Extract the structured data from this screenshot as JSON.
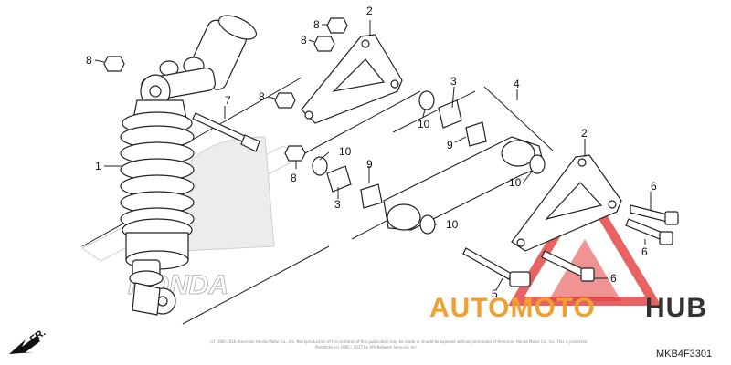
{
  "diagram": {
    "part_code": "MKB4F3301",
    "direction_label": "FR.",
    "copyright_line1": "(c) 2000-2016 American Honda Motor Co., Inc. No reproduction of the contents of this publication may be made or should be exposed without permission of American Honda Motor Co., Inc. This is protected",
    "copyright_line2": "Partsfiche (c) 2000 - 2017 by ARI Network Services, Inc.",
    "callouts": [
      "1",
      "2",
      "3",
      "4",
      "5",
      "6",
      "7",
      "8",
      "9",
      "10"
    ],
    "labels": {
      "l1": "1",
      "l2a": "2",
      "l2b": "2",
      "l3a": "3",
      "l3b": "3",
      "l4": "4",
      "l5": "5",
      "l6a": "6",
      "l6b": "6",
      "l6c": "6",
      "l7": "7",
      "l8a": "8",
      "l8b": "8",
      "l8c": "8",
      "l8d": "8",
      "l8e": "8",
      "l9a": "9",
      "l9b": "9",
      "l10a": "10",
      "l10b": "10",
      "l10c": "10",
      "l10d": "10"
    }
  },
  "watermark": {
    "brand_text": "HONDA",
    "site_text_part1": "AUTOMOTO",
    "site_text_part2": "HUB",
    "color_accent": "#f0a030",
    "color_dark": "#333333",
    "color_triangle": "#e23b3b"
  }
}
